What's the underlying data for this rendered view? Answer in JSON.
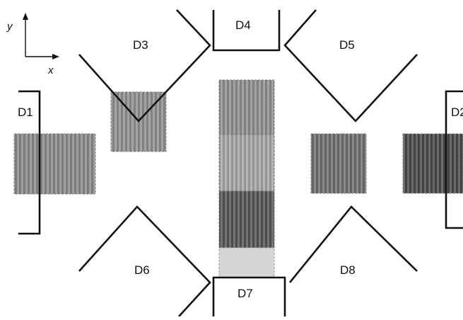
{
  "axes": {
    "y_label": "y",
    "x_label": "x"
  },
  "detectors": {
    "d1": "D1",
    "d2": "D2",
    "d3": "D3",
    "d4": "D4",
    "d5": "D5",
    "d6": "D6",
    "d7": "D7",
    "d8": "D8"
  },
  "colors": {
    "outline": "#111111",
    "patch_left": "#8a8a8a",
    "patch_upper_left": "#909090",
    "patch_center_top": "#8f8f8f",
    "patch_center_mid": "#a6a6a6",
    "patch_center_low": "#555555",
    "patch_center_bottom": "#d6d6d6",
    "patch_right_inner": "#6e6e6e",
    "patch_right_outer": "#4a4a4a"
  }
}
